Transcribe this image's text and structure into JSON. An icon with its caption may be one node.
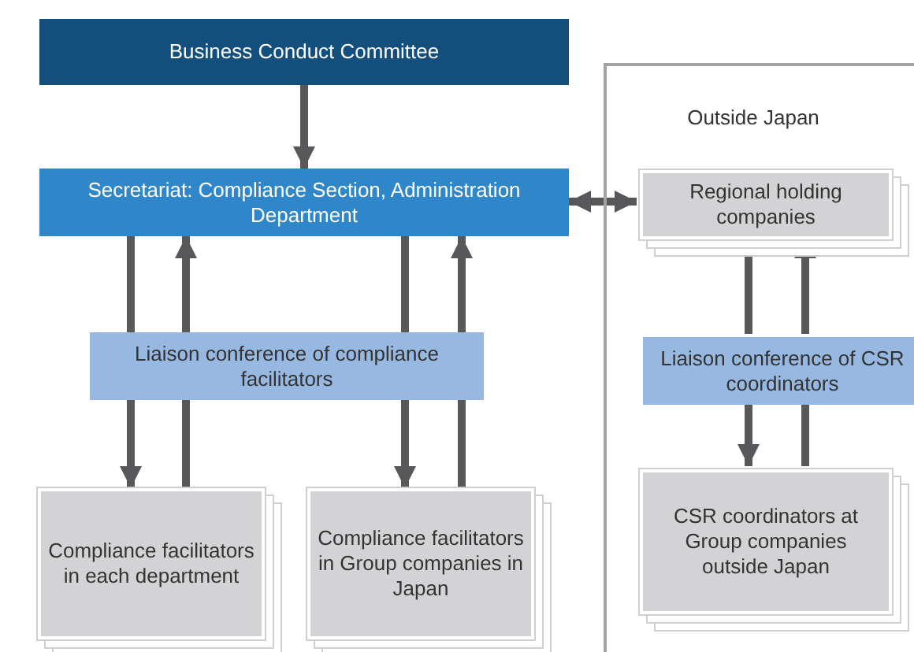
{
  "diagram": {
    "nodes": [
      {
        "text": [
          "Business Conduct Committee"
        ]
      },
      {
        "text": [
          "Secretariat: Compliance Section, Administration Department"
        ]
      },
      {
        "text": [
          "Outside Japan"
        ]
      },
      {
        "text": [
          "Regional holding companies"
        ],
        "in": 2
      },
      {
        "text": [
          "Liaison conference of compliance facilitators"
        ]
      },
      {
        "text": [
          "Liaison conference of CSR coordinators"
        ],
        "in": 2
      },
      {
        "text": [
          "Compliance facilitators in each department"
        ]
      },
      {
        "text": [
          "Compliance facilitators in Group companies in Japan"
        ]
      },
      {
        "text": [
          "CSR coordinators at Group companies outside Japan"
        ],
        "in": 2
      }
    ],
    "edges": [
      {
        "from": 0,
        "to": 1,
        "arrow": "to"
      },
      {
        "from": 1,
        "to": 3,
        "arrow": "both"
      },
      {
        "from": 1,
        "to": 4,
        "arrow": "none"
      },
      {
        "from": 4,
        "to": 6,
        "arrow": "to"
      },
      {
        "from": 6,
        "to": 4,
        "arrow": "none"
      },
      {
        "from": 4,
        "to": 1,
        "arrow": "to"
      },
      {
        "from": 1,
        "to": 4,
        "arrow": "none"
      },
      {
        "from": 4,
        "to": 7,
        "arrow": "to"
      },
      {
        "from": 7,
        "to": 4,
        "arrow": "none"
      },
      {
        "from": 4,
        "to": 1,
        "arrow": "to"
      },
      {
        "from": 3,
        "to": 5,
        "arrow": "none"
      },
      {
        "from": 5,
        "to": 8,
        "arrow": "to"
      },
      {
        "from": 8,
        "to": 5,
        "arrow": "none"
      },
      {
        "from": 5,
        "to": 3,
        "arrow": "to"
      }
    ]
  }
}
